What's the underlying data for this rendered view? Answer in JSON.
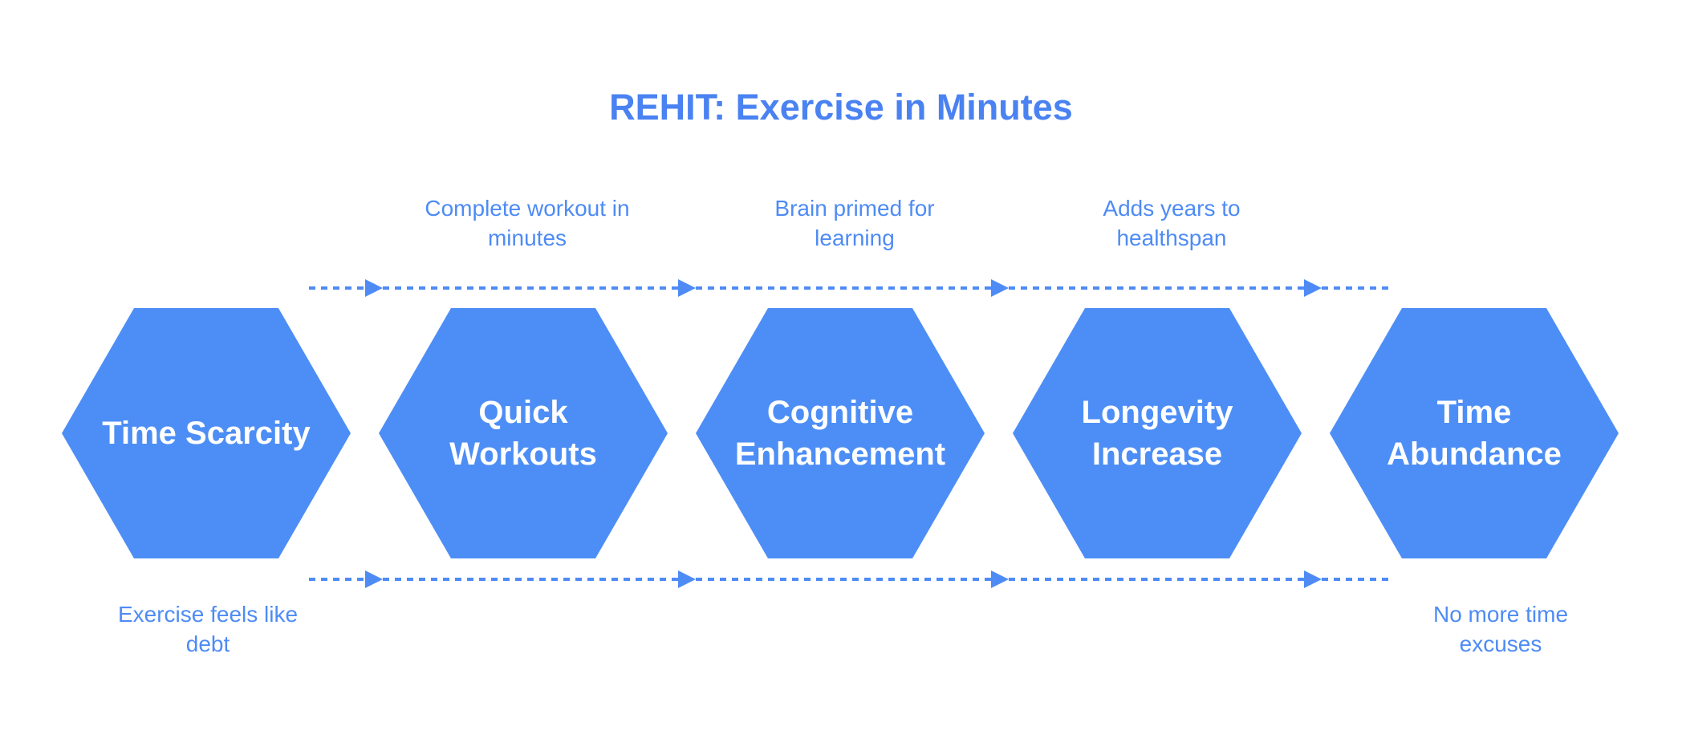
{
  "title": "REHIT: Exercise in Minutes",
  "colors": {
    "hexagon_fill": "#4D8EF6",
    "hexagon_text": "#FFFFFF",
    "title_text": "#4A82F2",
    "label_text": "#4E8BF5",
    "arrow": "#4E8BF5",
    "background": "#FFFFFF"
  },
  "hexagons": [
    {
      "label": "Time Scarcity"
    },
    {
      "label": "Quick Workouts"
    },
    {
      "label": "Cognitive Enhancement"
    },
    {
      "label": "Longevity Increase"
    },
    {
      "label": "Time Abundance"
    }
  ],
  "transition_labels_top": [
    {
      "text": "Complete workout in minutes"
    },
    {
      "text": "Brain primed for learning"
    },
    {
      "text": "Adds years to healthspan"
    }
  ],
  "outcome_labels_bottom": [
    {
      "text": "Exercise feels like debt"
    },
    {
      "text": "No more time excuses"
    }
  ],
  "flow": {
    "direction": "left-to-right",
    "line_style": "dashed",
    "arrowhead_count_per_line": 4
  }
}
